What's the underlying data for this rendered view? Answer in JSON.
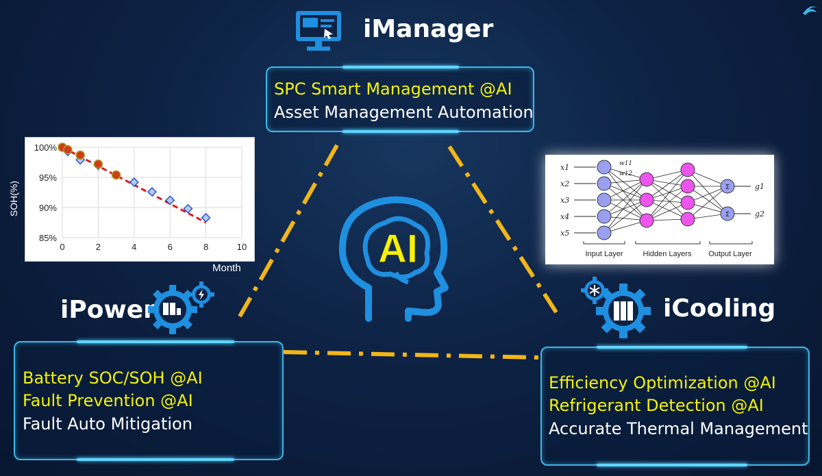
{
  "colors": {
    "accent_yellow": "#f4f20a",
    "dash_line": "#f2b619",
    "panel_border": "#3fb7e6",
    "icon_blue": "#1f8fe0"
  },
  "imanager": {
    "title": "iManager",
    "icon": "monitor-icon",
    "lines": [
      "SPC Smart Management @AI",
      "Asset Management Automation"
    ]
  },
  "ipower": {
    "title": "iPower",
    "icon": "gear-battery-icon",
    "lines": [
      "Battery SOC/SOH @AI",
      "Fault Prevention @AI",
      "Fault Auto Mitigation"
    ]
  },
  "icooling": {
    "title": "iCooling",
    "icon": "gear-server-icon",
    "lines": [
      "Efficiency Optimization @AI",
      "Refrigerant Detection @AI",
      "Accurate Thermal Management"
    ]
  },
  "center": {
    "label": "AI",
    "icon": "brain-head-icon"
  },
  "neural_net": {
    "inputs": [
      "x1",
      "x2",
      "x3",
      "x4",
      "x5"
    ],
    "outputs": [
      "g1",
      "g2"
    ],
    "weights": [
      "w11",
      "w12"
    ],
    "sum_symbol": "Σ",
    "layer_labels": [
      "Input Layer",
      "Hidden Layers",
      "Output Layer"
    ]
  },
  "chart_data": {
    "type": "scatter",
    "xlabel": "Month",
    "ylabel": "SOH(%)",
    "xlim": [
      0,
      10
    ],
    "ylim": [
      85,
      100
    ],
    "xticks": [
      "0",
      "2",
      "4",
      "6",
      "8",
      "10"
    ],
    "yticks": [
      "100%",
      "95%",
      "90%",
      "85%"
    ],
    "series": [
      {
        "marker": "circle",
        "color": "#d23a1c",
        "x": [
          0,
          0.3,
          1,
          2,
          3
        ],
        "y": [
          100,
          99.6,
          98.7,
          97.2,
          95.4
        ]
      },
      {
        "marker": "diamond",
        "color": "#2b58c8",
        "x": [
          0.3,
          1,
          2,
          4,
          5,
          6,
          7,
          8
        ],
        "y": [
          99.3,
          97.9,
          97.0,
          94.2,
          92.6,
          91.2,
          89.8,
          88.3
        ]
      },
      {
        "marker": "dashed-line",
        "color": "#e0191e",
        "x": [
          0,
          8
        ],
        "y": [
          100,
          87.5
        ]
      }
    ]
  }
}
